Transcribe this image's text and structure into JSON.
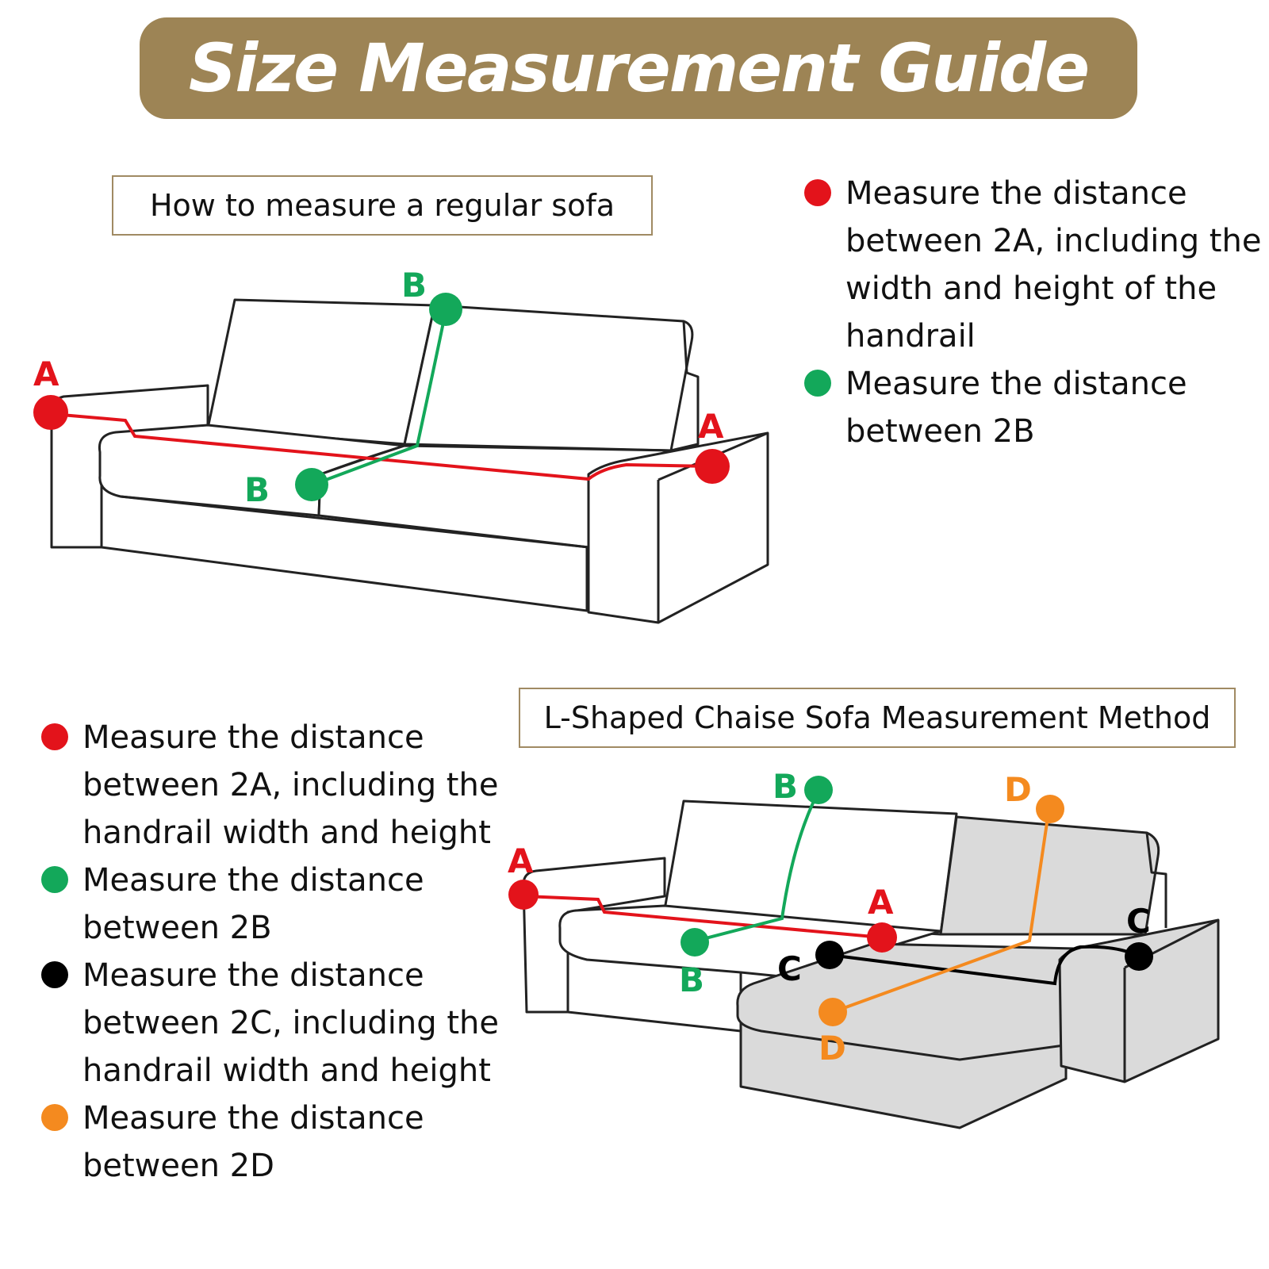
{
  "title": "Size Measurement Guide",
  "regular_sofa": {
    "heading": "How to measure a regular sofa",
    "markers": {
      "a": "A",
      "b": "B"
    }
  },
  "lshape_sofa": {
    "heading": "L-Shaped Chaise Sofa Measurement Method",
    "markers": {
      "a": "A",
      "b": "B",
      "c": "C",
      "d": "D"
    }
  },
  "colors": {
    "banner": "#9d8455",
    "a": "#e3131b",
    "b": "#13a85a",
    "c": "#000000",
    "d": "#f48a1f",
    "box_border": "#a08a63"
  },
  "legend_top": [
    {
      "color": "red",
      "lines": [
        "Measure the distance",
        "between 2A, including the",
        "width and height of the",
        "handrail"
      ]
    },
    {
      "color": "green",
      "lines": [
        "Measure the distance",
        "between 2B"
      ]
    }
  ],
  "legend_bottom": [
    {
      "color": "red",
      "lines": [
        "Measure the distance",
        "between 2A, including the",
        "handrail width and height"
      ]
    },
    {
      "color": "green",
      "lines": [
        "Measure the distance",
        "between 2B"
      ]
    },
    {
      "color": "black",
      "lines": [
        "Measure the distance",
        "between 2C, including the",
        "handrail width and height"
      ]
    },
    {
      "color": "orange",
      "lines": [
        "Measure the distance",
        "between 2D"
      ]
    }
  ]
}
